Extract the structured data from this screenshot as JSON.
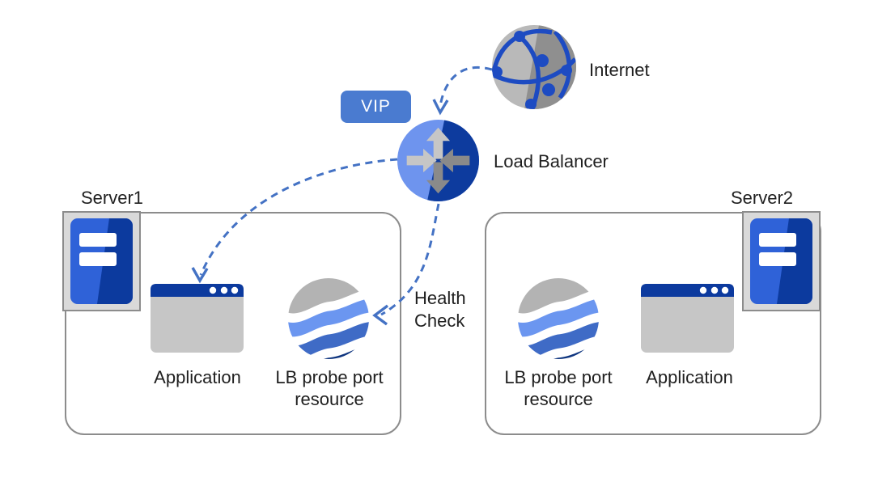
{
  "nodes": {
    "internet": {
      "label": "Internet"
    },
    "vip": {
      "label": "VIP"
    },
    "load_balancer": {
      "label": "Load Balancer"
    },
    "health_check": {
      "label": "Health\nCheck"
    }
  },
  "server1": {
    "label": "Server1",
    "application": {
      "label": "Application"
    },
    "probe": {
      "label": "LB probe port\nresource"
    }
  },
  "server2": {
    "label": "Server2",
    "probe": {
      "label": "LB probe port\nresource"
    },
    "application": {
      "label": "Application"
    }
  },
  "colors": {
    "arrow_blue": "#4472C4",
    "vip_bg": "#4a7bd0",
    "lb_light_blue": "#6e94ee",
    "lb_dark_blue": "#0d3b9e",
    "server_blue_light": "#2f62d8",
    "server_blue_dark": "#0c3a9e",
    "window_titlebar": "#0c3a9e",
    "window_body": "#c6c6c6",
    "globe_gray_light": "#b9b9b9",
    "globe_gray_dark": "#8f8f8f",
    "globe_line_blue": "#1d4bc2",
    "wave_gray": "#b3b3b3",
    "wave_light_blue": "#6b96f0",
    "wave_mid_blue": "#3f6bc6",
    "wave_navy": "#0f357f",
    "box_border": "#8c8c8c",
    "text": "#1f1f1f"
  }
}
